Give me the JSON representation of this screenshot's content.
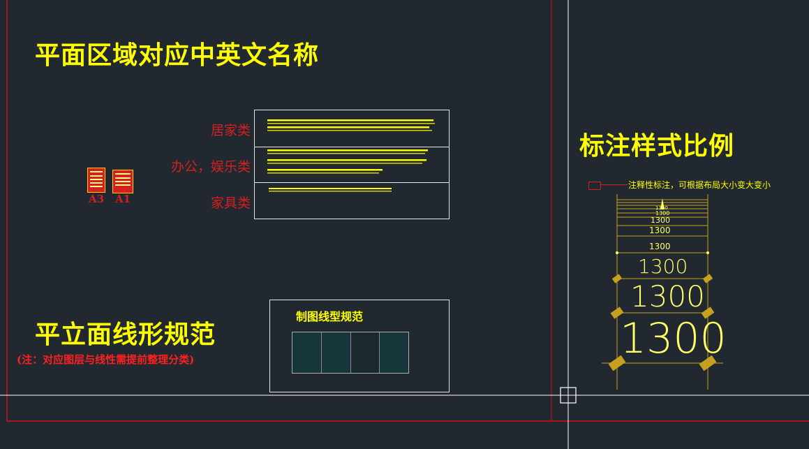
{
  "titles": {
    "region_names": "平面区域对应中英文名称",
    "annotation_scale": "标注样式比例",
    "line_standard": "平立面线形规范",
    "line_standard_note": "(注：对应图层与线性需提前整理分类)"
  },
  "categories": [
    {
      "label": "居家类"
    },
    {
      "label": "办公，娱乐类"
    },
    {
      "label": "家具类"
    }
  ],
  "sheet_icons": [
    {
      "label": "A3"
    },
    {
      "label": "A1"
    }
  ],
  "linetype_box": {
    "title": "制图线型规范"
  },
  "annotation": {
    "leader_text": "注释性标注，可根据布局大小变大变小",
    "dimension_value": "1300"
  },
  "colors": {
    "background": "#212830",
    "title_yellow": "#ffff00",
    "label_red": "#d42020",
    "frame_red": "#c8141e",
    "dim_gold": "#c8a020",
    "box_white": "#e6e6e6"
  }
}
